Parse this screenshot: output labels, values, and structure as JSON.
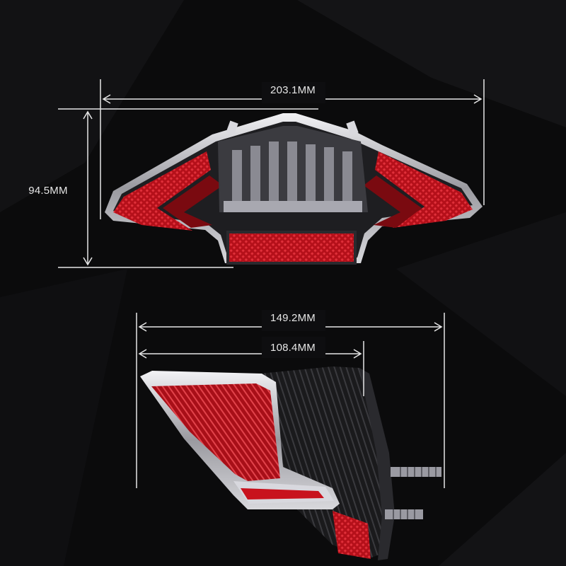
{
  "dimensions": {
    "width_overall": "203.1MM",
    "height_overall": "94.5MM",
    "depth_overall": "149.2MM",
    "depth_body": "108.4MM"
  },
  "colors": {
    "background": "#0b0b0c",
    "lens_red": "#c8121d",
    "lens_red_dark": "#7a0a10",
    "housing": "#1c1c1f",
    "chrome": "#d9d9de",
    "dimension_line": "#e6e6e6"
  }
}
